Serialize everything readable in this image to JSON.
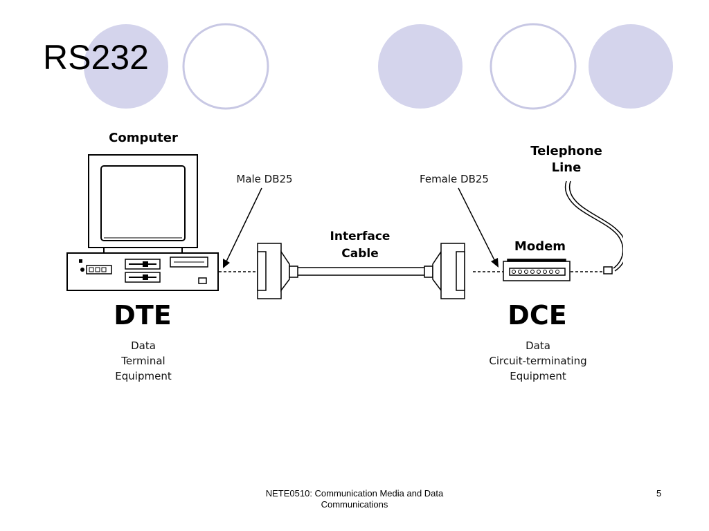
{
  "slide": {
    "title": "RS232",
    "footer_line1": "NETE0510: Communication Media and Data",
    "footer_line2": "Communications",
    "page_number": "5",
    "colors": {
      "circle_fill": "#d4d4ec",
      "circle_outline": "#c8c8e4",
      "line": "#000000"
    }
  },
  "diagram": {
    "computer_label": "Computer",
    "male_label": "Male DB25",
    "cable_label_1": "Interface",
    "cable_label_2": "Cable",
    "female_label": "Female DB25",
    "phone_label_1": "Telephone",
    "phone_label_2": "Line",
    "modem_label": "Modem",
    "dte": {
      "abbr": "DTE",
      "line1": "Data",
      "line2": "Terminal",
      "line3": "Equipment"
    },
    "dce": {
      "abbr": "DCE",
      "line1": "Data",
      "line2": "Circuit-terminating",
      "line3": "Equipment"
    }
  }
}
